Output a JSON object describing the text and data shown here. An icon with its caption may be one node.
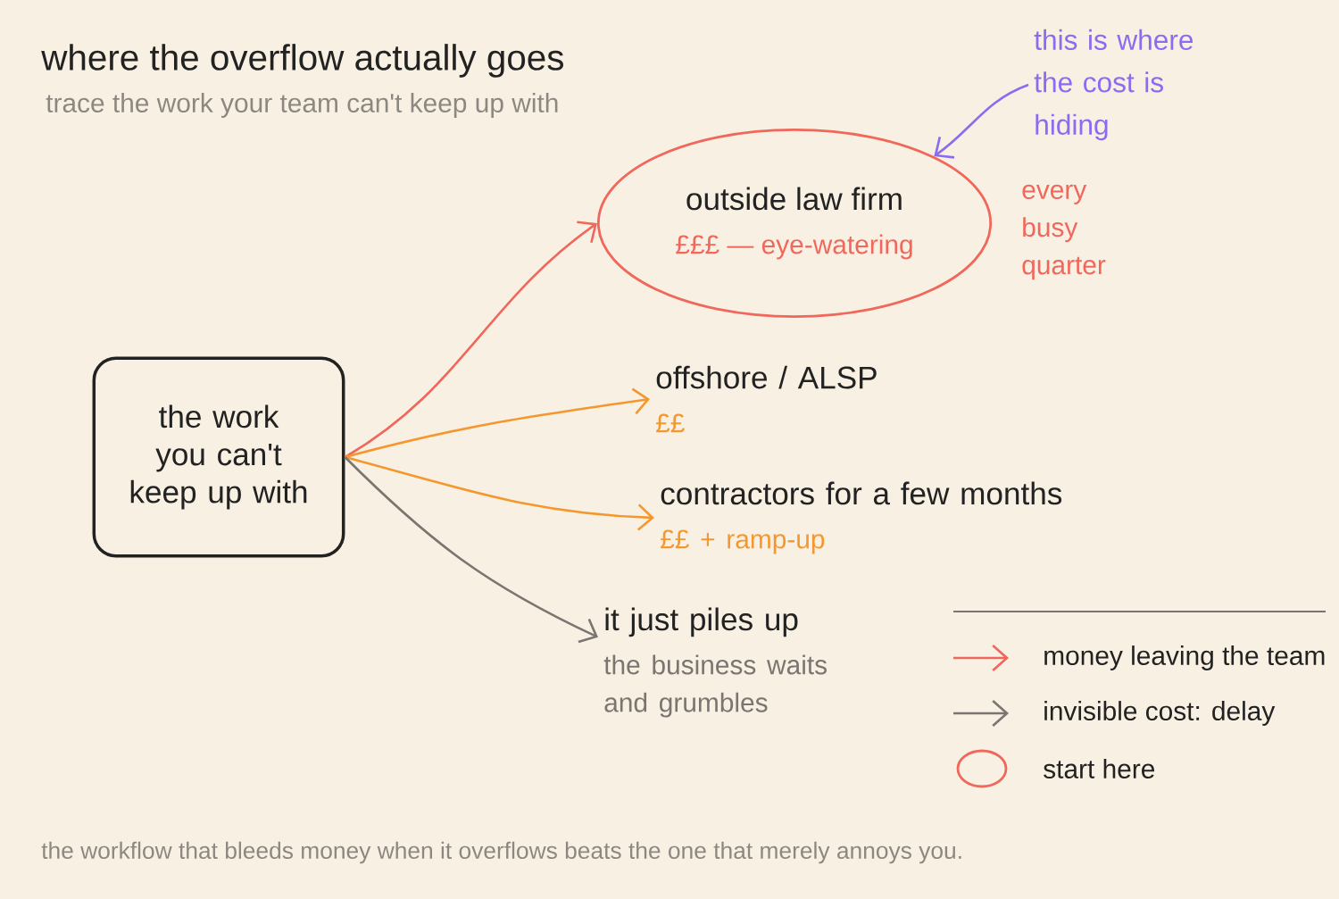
{
  "diagram": {
    "title": "where the overflow actually goes",
    "caption": "the workflow that bleeds money when it overflows beats the one that merely annoys you.",
    "nodes": [
      {
        "text": [
          "the work you can't keep up with"
        ]
      },
      {
        "text": [
          "outside law firm",
          "£££ — eye-watering"
        ],
        "beside": [
          "every busy quarter"
        ]
      },
      {
        "text": [
          "offshore / ALSP",
          "££"
        ]
      },
      {
        "text": [
          "contractors for a few months",
          "££ + ramp-up"
        ]
      },
      {
        "text": [
          "it just piles up",
          "the business waits and grumbles"
        ]
      },
      {
        "text": [
          "this is where the cost is hiding"
        ]
      }
    ],
    "edges": [
      {
        "from": 0,
        "to": 1,
        "arrow": "to",
        "color": "#f0675c"
      },
      {
        "from": 0,
        "to": 2,
        "arrow": "to",
        "color": "#f5972f"
      },
      {
        "from": 0,
        "to": 3,
        "arrow": "to",
        "color": "#f5972f"
      },
      {
        "from": 0,
        "to": 4,
        "arrow": "to",
        "color": "#7a7570"
      },
      {
        "from": 5,
        "to": 1,
        "arrow": "to",
        "color": "#8a6cf0"
      }
    ],
    "labels": [
      "trace the work your team can't keep up with"
    ],
    "legend": [
      {
        "text": "money leaving the team"
      },
      {
        "text": "invisible cost: delay"
      },
      {
        "text": "start here"
      }
    ]
  }
}
